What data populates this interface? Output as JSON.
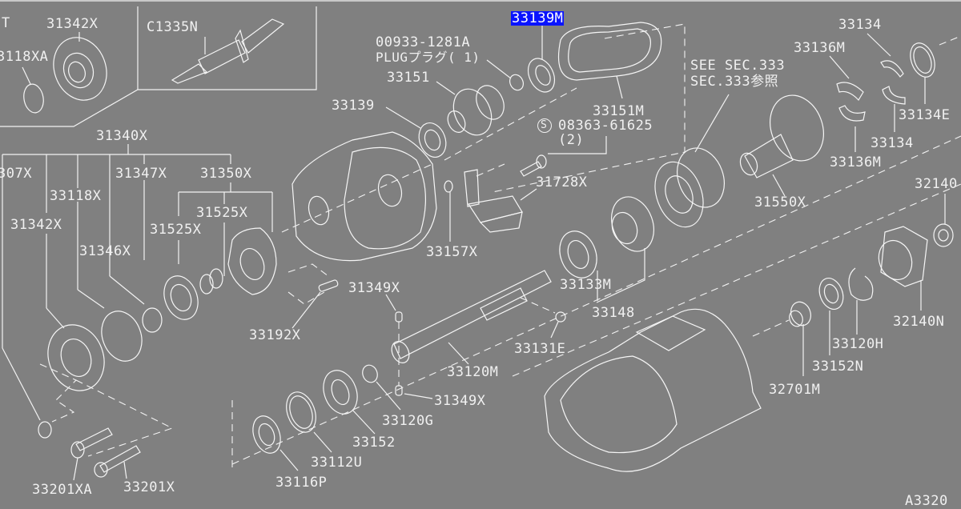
{
  "diagram": {
    "type": "exploded-parts-diagram",
    "subject": "transfer case / transmission rear extension parts",
    "background_color": "#808080",
    "line_color": "#f2f2f2",
    "highlight_color": "#0a14ff",
    "figure_code": "A3320",
    "selected_part": "33139M",
    "labels": {
      "t_corner": "T",
      "p31342X_top": "31342X",
      "p33118XA": "3118XA",
      "pC1335N": "C1335N",
      "p33139M": "33139M",
      "p00933": "00933-1281A",
      "plug": "PLUGプラグ( 1)",
      "p33151": "33151",
      "p33139": "33139",
      "p33151M": "33151M",
      "p08363": "08363-61625",
      "p08363_qty": "(2)",
      "s_mark": "S",
      "see_sec": "SEE SEC.333",
      "sec_ref": "SEC.333参照",
      "p33134_top": "33134",
      "p33136M_top": "33136M",
      "p33134E": "33134E",
      "p33134_bot": "33134",
      "p33136M_bot": "33136M",
      "p31340X": "31340X",
      "p31307X": "307X",
      "p33118X": "33118X",
      "p31347X": "31347X",
      "p31350X": "31350X",
      "p31342X": "31342X",
      "p31525X_a": "31525X",
      "p31525X_b": "31525X",
      "p31346X": "31346X",
      "p31728X": "31728X",
      "p33157X": "33157X",
      "p31550X": "31550X",
      "p32140": "32140",
      "p33133M": "33133M",
      "p33148": "33148",
      "p31349X_top": "31349X",
      "p31349X_bot": "31349X",
      "p33192X": "33192X",
      "p33131E": "33131E",
      "p33120M": "33120M",
      "p33120G": "33120G",
      "p33152": "33152",
      "p33112U": "33112U",
      "p33116P": "33116P",
      "p33201XA": "33201XA",
      "p33201X": "33201X",
      "p32140N": "32140N",
      "p33120H": "33120H",
      "p33152N": "33152N",
      "p32701M": "32701M",
      "fig_code": "A3320"
    }
  }
}
